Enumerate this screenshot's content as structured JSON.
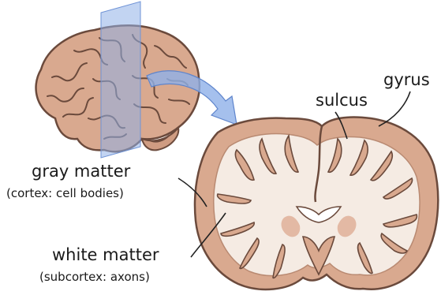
{
  "labels": {
    "sulcus": "sulcus",
    "gyrus": "gyrus",
    "gray_matter": "gray matter",
    "gray_matter_note": "(cortex: cell bodies)",
    "white_matter": "white matter",
    "white_matter_note": "(subcortex: axons)"
  },
  "colors": {
    "gray_matter": "#d9a98f",
    "gray_matter_dark": "#b98a72",
    "white_matter": "#f5ebe3",
    "outline": "#6b4a3c",
    "cut_plane": "#8fb0e8",
    "arrow": "#8fb0e8",
    "leader_line": "#222222"
  },
  "icons": [
    "whole-brain-icon",
    "coronal-cut-plane-icon",
    "brain-cross-section-icon"
  ]
}
